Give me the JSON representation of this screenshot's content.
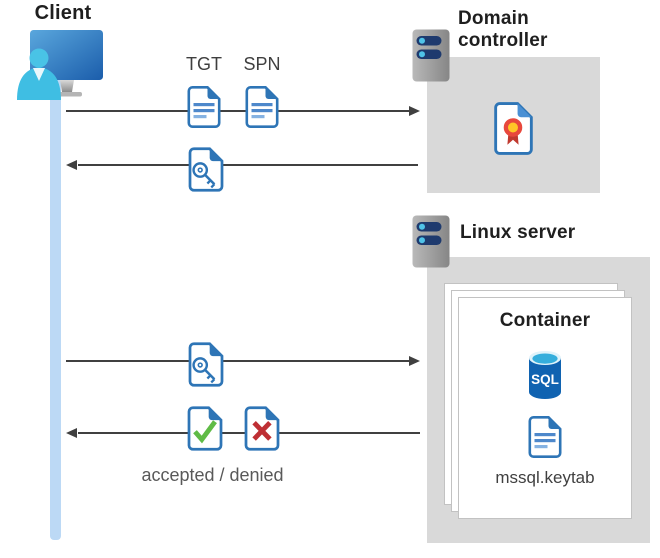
{
  "diagram": {
    "client": {
      "label": "Client"
    },
    "domain_controller": {
      "label": "Domain controller"
    },
    "linux_server": {
      "label": "Linux server"
    },
    "container": {
      "label": "Container",
      "sql_label": "SQL",
      "keytab_label": "mssql.keytab"
    },
    "flows": {
      "tgt": "TGT",
      "spn": "SPN",
      "result": "accepted / denied"
    },
    "colors": {
      "doc_blue": "#2e75b6",
      "doc_line_blue": "#4e88cb",
      "box_gray": "#d9d9d9",
      "lifeline_blue": "#bcd9f5",
      "arrow_gray": "#404040",
      "check_green": "#5fbb46",
      "cross_red": "#be2f34",
      "cert_red": "#e8483c",
      "cert_yellow": "#ffc627",
      "sql_body_blue": "#1063b1",
      "sql_top_cyan": "#35aedc",
      "server_bar_navy": "#1e3a6e",
      "server_dot_cyan": "#4fc3e8"
    }
  }
}
